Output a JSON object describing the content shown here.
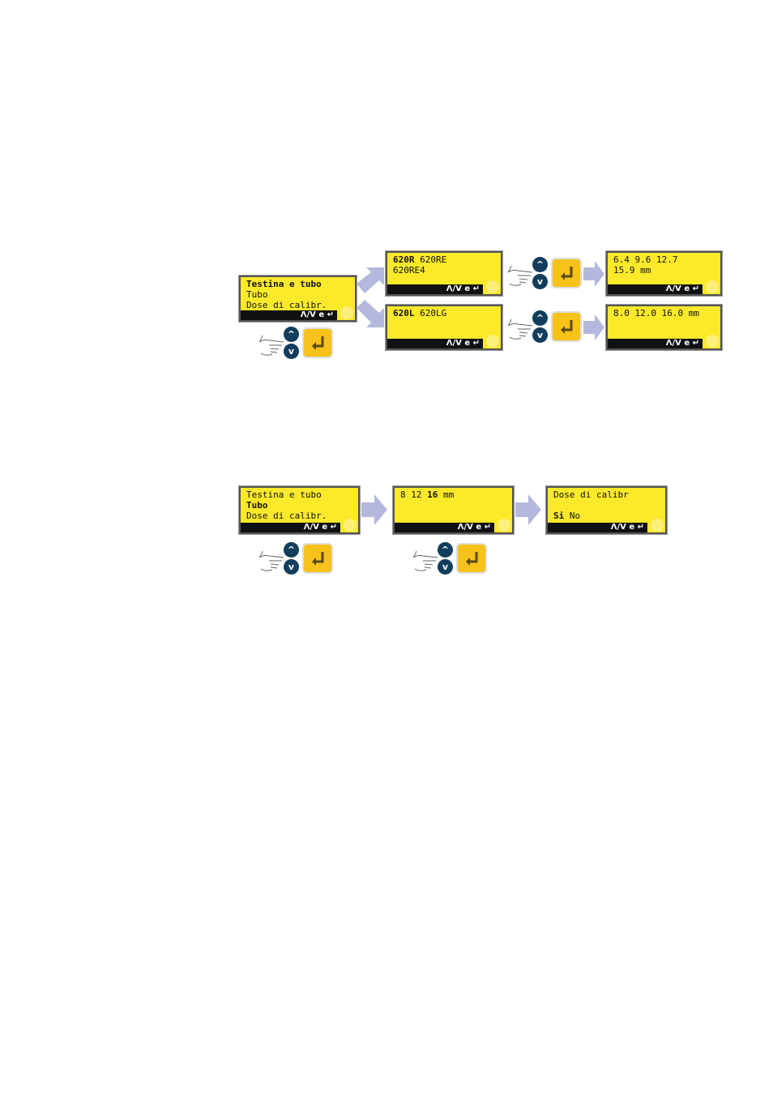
{
  "footer_label": "Λ/V e ↵",
  "screens": [
    {
      "id": "menu-testina",
      "lines": [
        [
          {
            "t": "Testina e tubo",
            "b": true
          }
        ],
        [
          {
            "t": "Tubo"
          }
        ],
        [
          {
            "t": "Dose di calibr."
          }
        ]
      ]
    },
    {
      "id": "heads-620r",
      "lines": [
        [
          {
            "t": "620R",
            "b": true
          },
          {
            "t": " 620RE"
          }
        ],
        [
          {
            "t": "620RE4"
          }
        ]
      ]
    },
    {
      "id": "heads-620l",
      "lines": [
        [
          {
            "t": "620L",
            "b": true
          },
          {
            "t": " 620LG"
          }
        ]
      ]
    },
    {
      "id": "tubes-620r",
      "lines": [
        [
          {
            "t": "6.4 9.6 12.7"
          }
        ],
        [
          {
            "t": "15.9 mm"
          }
        ]
      ]
    },
    {
      "id": "tubes-620l",
      "lines": [
        [
          {
            "t": "8.0 12.0 16.0 mm"
          }
        ]
      ]
    },
    {
      "id": "menu-tubo",
      "lines": [
        [
          {
            "t": "Testina e tubo"
          }
        ],
        [
          {
            "t": "Tubo",
            "b": true
          }
        ],
        [
          {
            "t": "Dose di calibr."
          }
        ]
      ]
    },
    {
      "id": "tube-sizes",
      "lines": [
        [
          {
            "t": "8 12 "
          },
          {
            "t": "16",
            "b": true
          },
          {
            "t": " mm"
          }
        ]
      ]
    },
    {
      "id": "dose-calibr",
      "lines": [
        [
          {
            "t": "Dose di calibr"
          }
        ],
        [
          {
            "t": ""
          }
        ],
        [
          {
            "t": "Si",
            "b": true
          },
          {
            "t": " No"
          }
        ]
      ]
    }
  ],
  "keys": {
    "up": "^",
    "down": "v",
    "enter": "↵"
  },
  "colors": {
    "lcd": "#fbe92a",
    "key_nav": "#123d5c",
    "key_enter": "#f7c21a",
    "arrow": "#b4b8dc"
  }
}
